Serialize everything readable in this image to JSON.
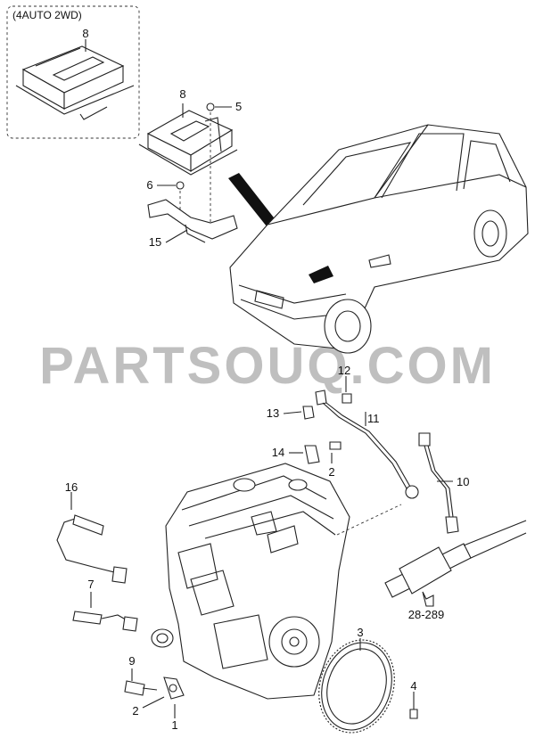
{
  "watermark": "PARTSOUQ.COM",
  "option_box": {
    "title": "(4AUTO 2WD)"
  },
  "callouts": {
    "c8_box": "8",
    "c8": "8",
    "c5": "5",
    "c6": "6",
    "c15": "15",
    "c12": "12",
    "c13": "13",
    "c11": "11",
    "c14": "14",
    "c2_top": "2",
    "c16": "16",
    "c10": "10",
    "c7": "7",
    "c3": "3",
    "c9": "9",
    "c4": "4",
    "c2_bottom": "2",
    "c1": "1",
    "ref_28_289": "28-289"
  },
  "icons": [
    "ecu-module-icon",
    "bracket-icon",
    "vehicle-icon",
    "engine-icon",
    "sensor-icon",
    "flywheel-ring-gear-icon",
    "bolt-icon",
    "catalytic-converter-icon"
  ]
}
